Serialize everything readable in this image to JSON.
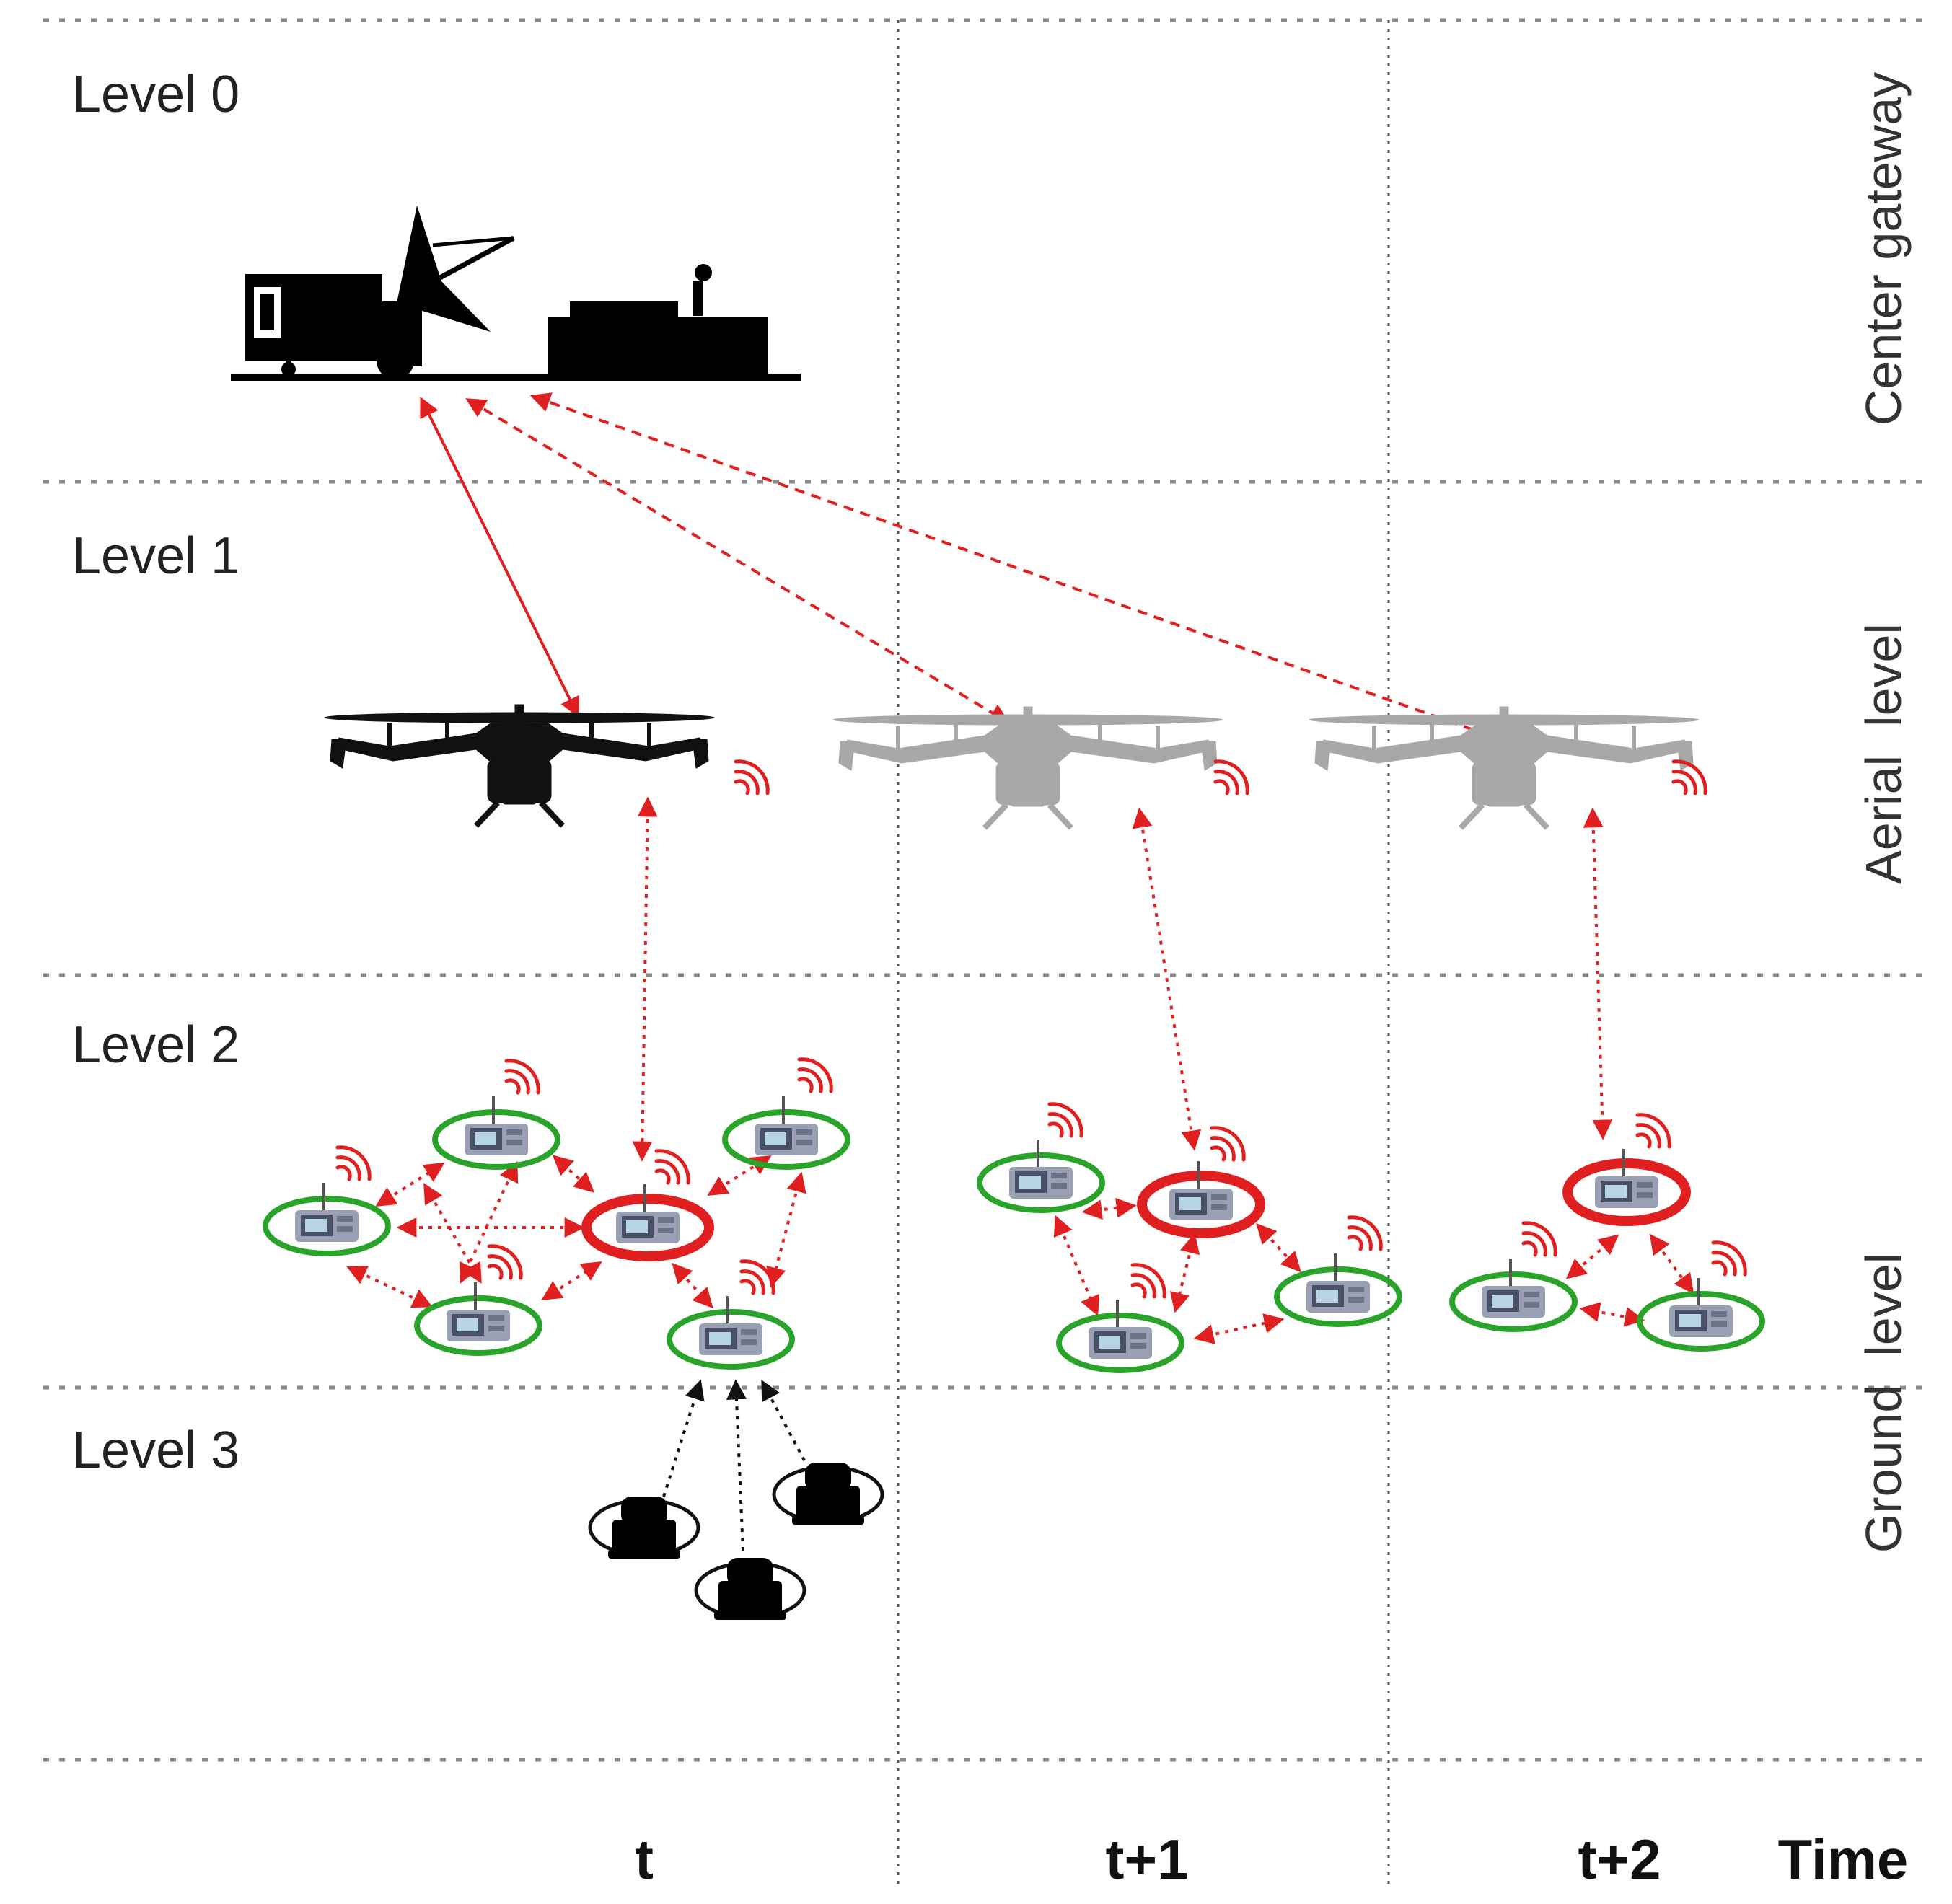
{
  "levels": {
    "level0": "Level 0",
    "level1": "Level 1",
    "level2": "Level 2",
    "level3": "Level 3"
  },
  "side_labels": {
    "gateway": "Center gateway",
    "aerial": "Aerial  level",
    "ground": "Ground  level"
  },
  "time_axis": {
    "t0": "t",
    "t1": "t+1",
    "t2": "t+2",
    "label": "Time"
  },
  "colors": {
    "link_red": "#e02020",
    "ring_green": "#2aa32a",
    "ring_red": "#e02020",
    "drone_active": "#111111",
    "drone_future": "#a8a8a8"
  },
  "icons": {
    "gateway": "satellite-truck-gateway-icon",
    "drone": "hexacopter-drone-icon",
    "sensor": "sensor-node-icon",
    "robot": "ground-robot-icon",
    "signal": "wireless-signal-icon"
  }
}
